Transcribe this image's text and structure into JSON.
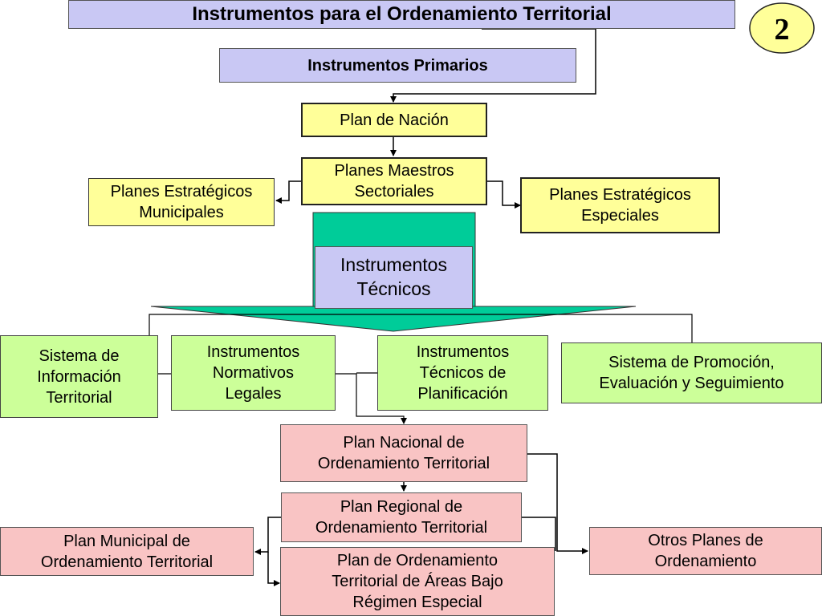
{
  "title": "Instrumentos para el Ordenamiento Territorial",
  "slide_number": "2",
  "primary": "Instrumentos Primarios",
  "plan_nacion": "Plan de Nación",
  "planes_maestros": "Planes Maestros Sectoriales",
  "planes_estrategicos_municipales": "Planes Estratégicos Municipales",
  "planes_estrategicos_especiales": "Planes Estratégicos Especiales",
  "instrumentos_tecnicos": "Instrumentos Técnicos",
  "sistema_informacion": "Sistema de Información Territorial",
  "instrumentos_normativos": "Instrumentos Normativos Legales",
  "instrumentos_tecnicos_planificacion": "Instrumentos Técnicos de Planificación",
  "sistema_promocion": "Sistema de Promoción, Evaluación y Seguimiento",
  "plan_nacional": "Plan Nacional de Ordenamiento Territorial",
  "plan_regional": "Plan Regional de Ordenamiento Territorial",
  "plan_municipal": "Plan Municipal de Ordenamiento Territorial",
  "plan_areas_especiales": "Plan de Ordenamiento Territorial de Áreas Bajo Régimen Especial",
  "otros_planes": "Otros Planes de Ordenamiento",
  "colors": {
    "purple": "#c9c8f4",
    "yellow": "#ffff99",
    "green_light": "#ccff99",
    "green_dark": "#00cc99",
    "pink": "#f9c4c4"
  }
}
